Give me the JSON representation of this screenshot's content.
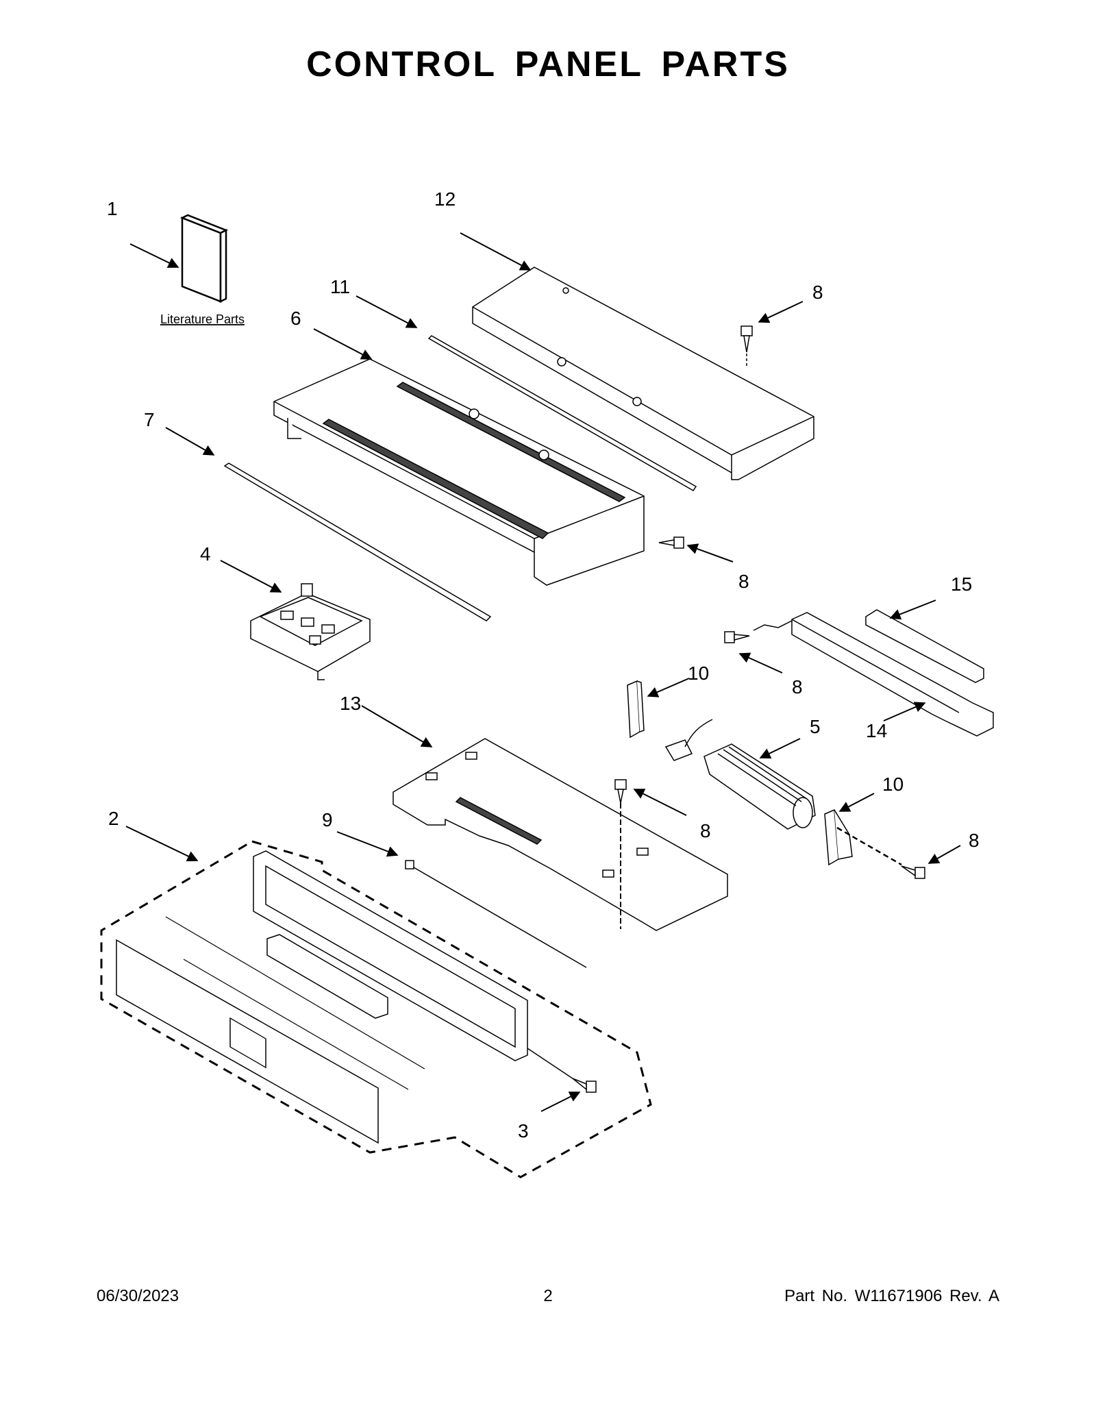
{
  "title": "CONTROL PANEL PARTS",
  "literature_label": "Literature Parts",
  "callouts": {
    "c1": "1",
    "c2": "2",
    "c3": "3",
    "c4": "4",
    "c5": "5",
    "c6": "6",
    "c7": "7",
    "c8a": "8",
    "c8b": "8",
    "c8c": "8",
    "c8d": "8",
    "c8e": "8",
    "c9": "9",
    "c10a": "10",
    "c10b": "10",
    "c11": "11",
    "c12": "12",
    "c13": "13",
    "c14": "14",
    "c15": "15"
  },
  "footer": {
    "date": "06/30/2023",
    "page": "2",
    "part_no": "Part No.  W11671906  Rev.  A"
  }
}
